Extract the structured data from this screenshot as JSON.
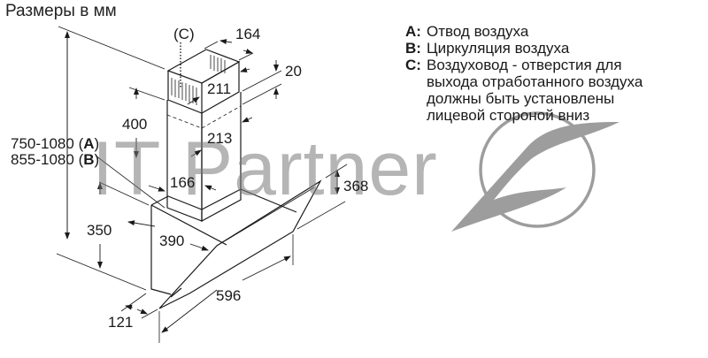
{
  "title": "Размеры в мм",
  "dimensions": {
    "chimney_top_label": "(C)",
    "chimney_width": "164",
    "overlap": "20",
    "chimney_depth_upper": "211",
    "chimney_depth_lower": "213",
    "chimney_min_height": "400",
    "chimney_front_width": "166",
    "height_range_a": "750-1080",
    "height_range_a_key": "A",
    "height_range_b": "855-1080",
    "height_range_b_key": "B",
    "body_height": "350",
    "body_depth": "390",
    "glass_height": "368",
    "total_width": "596",
    "front_offset": "121"
  },
  "legend": {
    "items": [
      {
        "key": "A:",
        "text": "Отвод воздуха"
      },
      {
        "key": "B:",
        "text": "Циркуляция воздуха"
      },
      {
        "key": "C:",
        "text": "Воздуховод - отверстия для",
        "continuation": [
          "выхода отработанного воздуха",
          "должны быть установлены",
          "лицевой стороной вниз"
        ]
      }
    ]
  },
  "watermark": {
    "text": "IT Partner",
    "color": "#8c8c8c"
  }
}
